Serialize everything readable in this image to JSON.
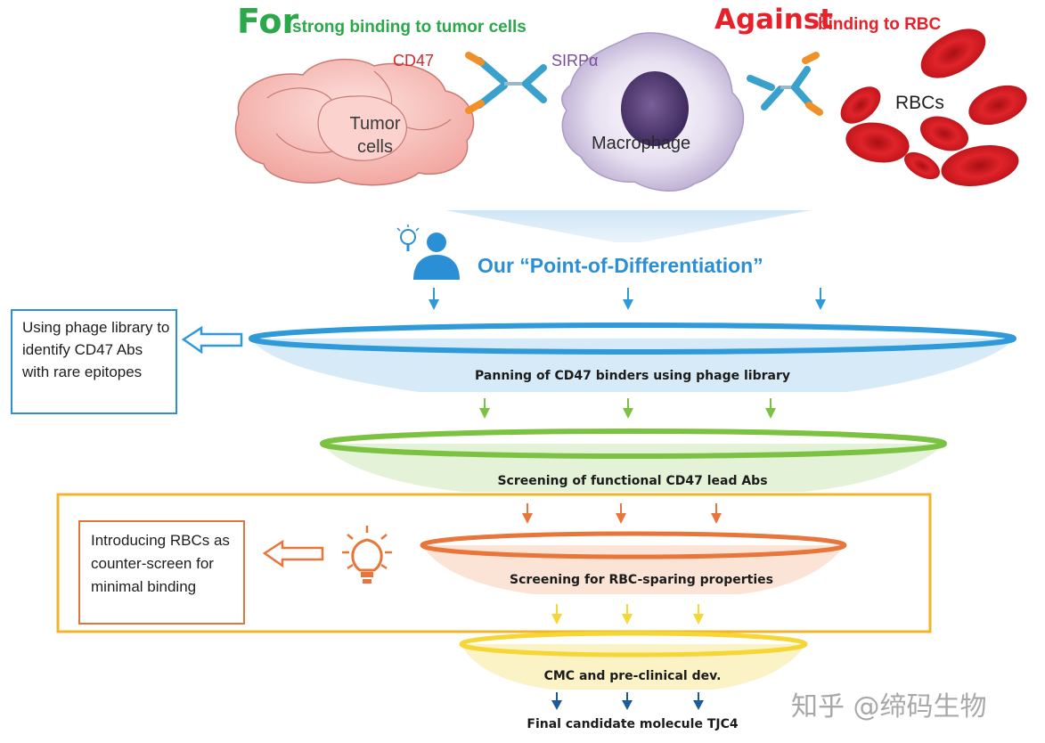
{
  "header": {
    "for_word": "For",
    "for_rest": "strong binding to tumor cells",
    "against_word": "Against",
    "against_rest": "binding to RBC"
  },
  "illustration": {
    "cd47_label": "CD47",
    "sirpa_label": "SIRPα",
    "tumor_label": "Tumor cells",
    "macrophage_label": "Macrophage",
    "rbcs_label": "RBCs"
  },
  "differentiation": {
    "title": "Our “Point-of-Differentiation”",
    "icon": "person-with-lightbulb-icon"
  },
  "funnel": {
    "stages": [
      {
        "label": "Panning of CD47 binders using phage library",
        "color": "#2e9ad9",
        "fill": "#d6eaf7"
      },
      {
        "label": "Screening of functional CD47 lead Abs",
        "color": "#7cc242",
        "fill": "#e4f2d8"
      },
      {
        "label": "Screening for RBC-sparing properties",
        "color": "#e8763a",
        "fill": "#fbe3d6"
      },
      {
        "label": "CMC and pre-clinical dev.",
        "color": "#f6d634",
        "fill": "#fbf2c6"
      }
    ],
    "final": "Final candidate molecule TJC4"
  },
  "notes": {
    "phage_note": "Using phage library to identify CD47 Abs with rare epitopes",
    "rbc_note": "Introducing RBCs as counter-screen for minimal binding",
    "rbc_note_icon": "lightbulb-icon"
  },
  "colors": {
    "green": "#2aa84a",
    "red": "#e8202a",
    "blue": "#2b8fd6",
    "orange": "#e0773a",
    "gold": "#f0b62a"
  },
  "watermark": "知乎 @缔码生物"
}
